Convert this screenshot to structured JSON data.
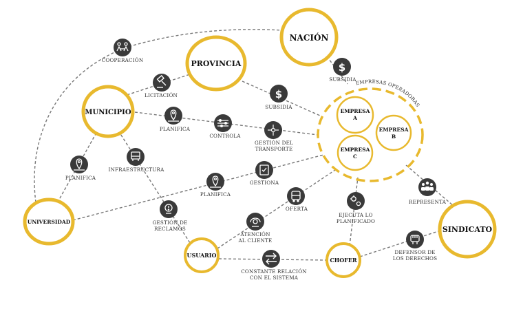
{
  "colors": {
    "ring": "#E8B92E",
    "line": "#777777",
    "icon_bg": "#3a3a3a",
    "icon_fg": "#ffffff"
  },
  "nodes": {
    "nacion": "NACIÓN",
    "provincia": "PROVINCIA",
    "municipio": "MUNICIPIO",
    "universidad": "UNIVERSIDAD",
    "usuario": "USUARIO",
    "chofer": "CHOFER",
    "sindicato": "SINDICATO",
    "empresas_group": "EMPRESAS OPERADORAS",
    "empresa_a": [
      "EMPRESA",
      "A"
    ],
    "empresa_b": [
      "EMPRESA",
      "B"
    ],
    "empresa_c": [
      "EMPRESA",
      "C"
    ]
  },
  "relations": {
    "cooperacion": "COOPERACIÓN",
    "licitacion": "LICITACIÓN",
    "subsidia_nacion": "SUBSIDIA",
    "subsidia_provincia": "SUBSIDIA",
    "planifica_municipio": "PLANIFICA",
    "controla": "CONTROLA",
    "gestion_transporte": [
      "GESTIÓN DEL",
      "TRANSPORTE"
    ],
    "planifica_izq": "PLANIFICA",
    "infraestructura": "INFRAESTRUCTURA",
    "gestiona": "GESTIONA",
    "planifica_centro": "PLANIFICA",
    "representa": "REPRESENTA",
    "oferta": "OFERTA",
    "ejecuta": [
      "EJECUTA LO",
      "PLANIFICADO"
    ],
    "gestion_reclamos": [
      "GESTIÓN DE",
      "RECLAMOS"
    ],
    "atencion": [
      "ATENCIÓN",
      "AL CLIENTE"
    ],
    "defensor": [
      "DEFENSOR DE",
      "LOS DERECHOS"
    ],
    "constante": [
      "CONSTANTE RELACIÓN",
      "CON EL SISTEMA"
    ]
  },
  "icons": {
    "cooperacion": "handshake-icon",
    "licitacion": "gavel-icon",
    "subsidia": "dollar-icon",
    "planifica": "map-pin-icon",
    "controla": "sliders-icon",
    "gestion_transporte": "network-icon",
    "infraestructura": "bus-stop-icon",
    "gestiona": "checklist-icon",
    "representa": "group-icon",
    "oferta": "bus-icon",
    "ejecuta": "gears-icon",
    "gestion_reclamos": "complaint-icon",
    "atencion": "support-icon",
    "defensor": "fist-icon",
    "constante": "exchange-icon"
  }
}
